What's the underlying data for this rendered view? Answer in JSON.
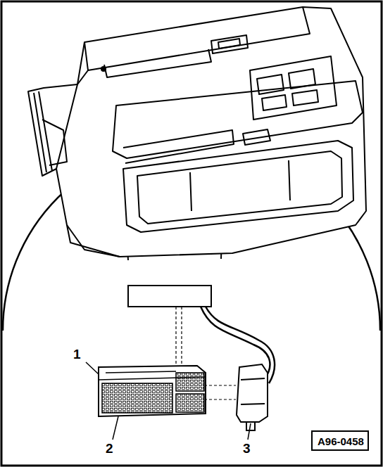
{
  "diagram": {
    "nodes": [
      {
        "text": [
          "A96-0458"
        ]
      }
    ],
    "labels": [
      "1",
      "2",
      "3"
    ]
  }
}
